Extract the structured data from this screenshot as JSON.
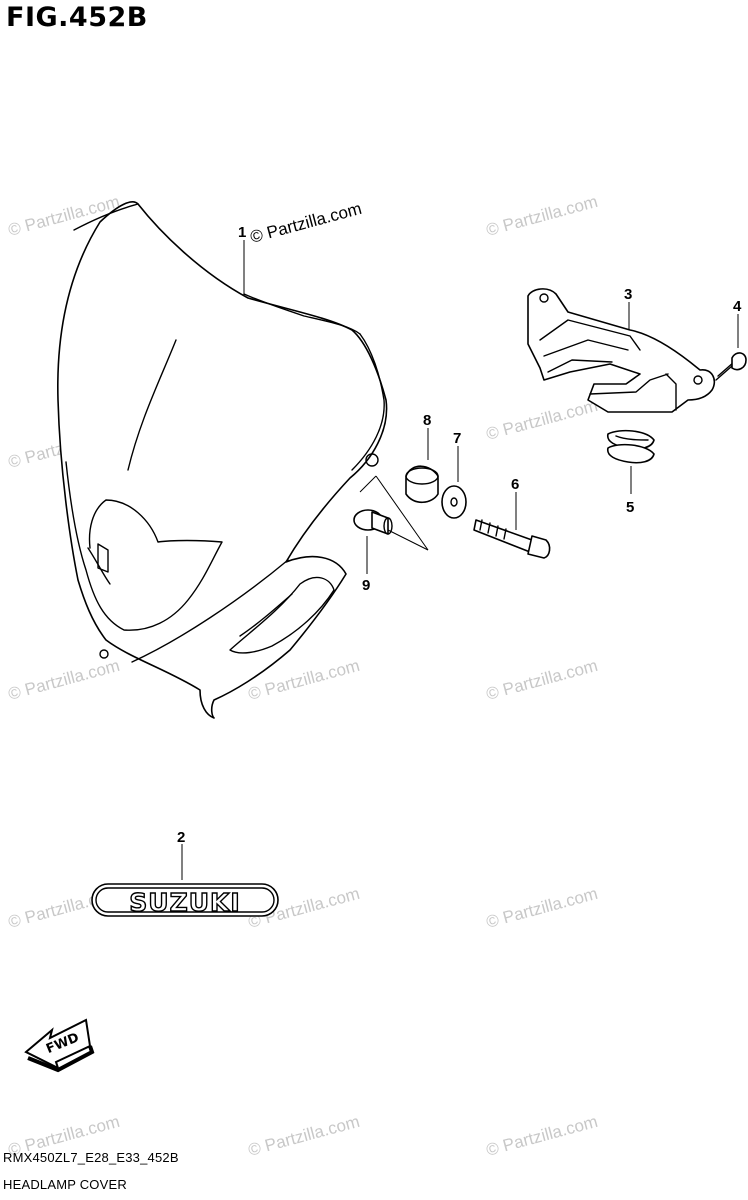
{
  "figure": {
    "title": "FIG.452B",
    "code": "RMX450ZL7_E28_E33_452B",
    "name": "HEADLAMP COVER"
  },
  "callouts": {
    "c1": "1",
    "c2": "2",
    "c3": "3",
    "c4": "4",
    "c5": "5",
    "c6": "6",
    "c7": "7",
    "c8": "8",
    "c9": "9"
  },
  "emblem_text": "SUZUKI",
  "fwd_text": "FWD",
  "watermark": {
    "text": "© Partzilla.com"
  }
}
